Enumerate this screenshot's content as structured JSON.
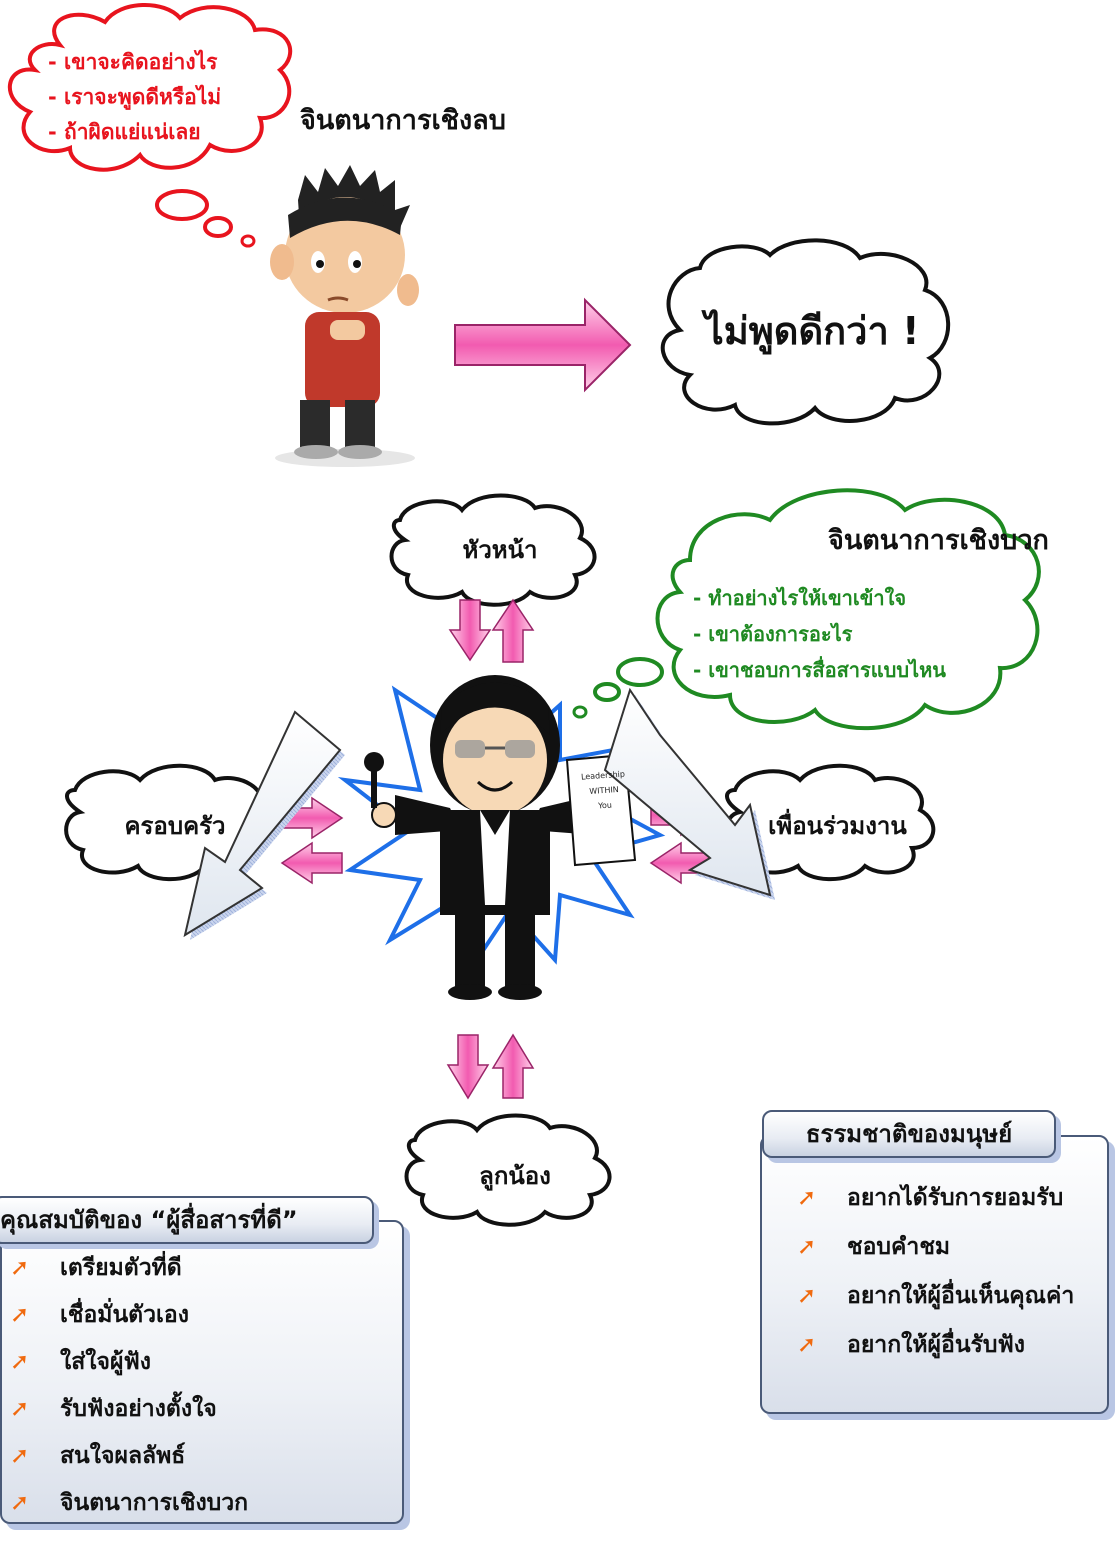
{
  "negative": {
    "title": "จินตนาการเชิงลบ",
    "thoughts": [
      "เขาจะคิดอย่างไร",
      "เราจะพูดดีหรือไม่",
      "ถ้าผิดแย่แน่เลย"
    ],
    "result": "ไม่พูดดีกว่า !"
  },
  "positive": {
    "title": "จินตนาการเชิงบวก",
    "thoughts": [
      "ทำอย่างไรให้เขาเข้าใจ",
      "เขาต้องการอะไร",
      "เขาชอบการสื่อสารแบบไหน"
    ],
    "book_lines": [
      "Leadership",
      "WITHIN",
      "You"
    ]
  },
  "audiences": {
    "top": "หัวหน้า",
    "left": "ครอบครัว",
    "right": "เพื่อนร่วมงาน",
    "bottom": "ลูกน้อง"
  },
  "good_communicator": {
    "title": "คุณสมบัติของ “ผู้สื่อสารที่ดี”",
    "items": [
      "เตรียมตัวที่ดี",
      "เชื่อมั่นตัวเอง",
      "ใส่ใจผู้ฟัง",
      "รับฟังอย่างตั้งใจ",
      "สนใจผลลัพธ์",
      "จินตนาการเชิงบวก"
    ]
  },
  "human_nature": {
    "title": "ธรรมชาติของมนุษย์",
    "items": [
      "อยากได้รับการยอมรับ",
      "ชอบคำชม",
      "อยากให้ผู้อื่นเห็นคุณค่า",
      "อยากให้ผู้อื่นรับฟัง"
    ]
  },
  "colors": {
    "negative_text": "#e8141e",
    "positive_text": "#1f8a22",
    "arrow_pink": "#f25bb0",
    "bullet_orange": "#f06a0f",
    "panel_border": "#4a5a78"
  }
}
